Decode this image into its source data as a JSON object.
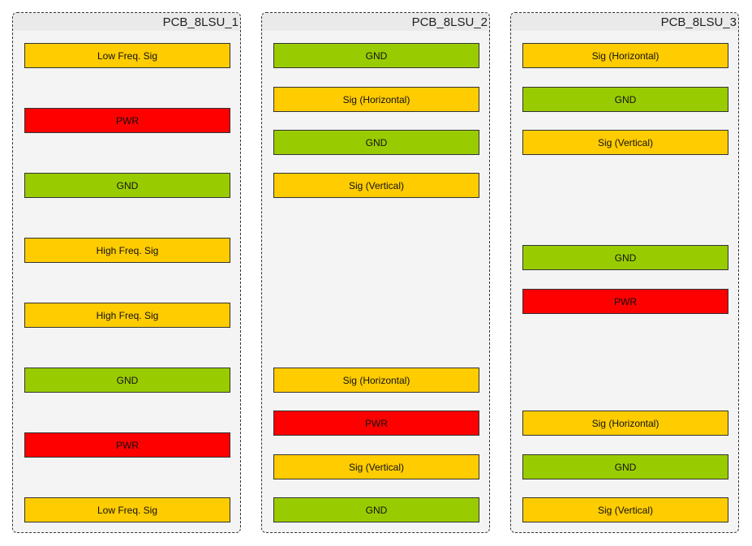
{
  "colors": {
    "GND": "#99cc00",
    "PWR": "#ff0000",
    "SIG": "#ffcc00"
  },
  "panels": [
    {
      "title": "PCB_8LSU_1",
      "layers": [
        {
          "label": "Low Freq. Sig",
          "kind": "SIG"
        },
        {
          "label": "PWR",
          "kind": "PWR"
        },
        {
          "label": "GND",
          "kind": "GND"
        },
        {
          "label": "High Freq. Sig",
          "kind": "SIG"
        },
        {
          "label": "High Freq. Sig",
          "kind": "SIG"
        },
        {
          "label": "GND",
          "kind": "GND"
        },
        {
          "label": "PWR",
          "kind": "PWR"
        },
        {
          "label": "Low Freq. Sig",
          "kind": "SIG"
        }
      ]
    },
    {
      "title": "PCB_8LSU_2",
      "layers": [
        {
          "label": "GND",
          "kind": "GND"
        },
        {
          "label": "Sig (Horizontal)",
          "kind": "SIG"
        },
        {
          "label": "GND",
          "kind": "GND"
        },
        {
          "label": "Sig (Vertical)",
          "kind": "SIG"
        },
        {
          "label": "Sig (Horizontal)",
          "kind": "SIG"
        },
        {
          "label": "PWR",
          "kind": "PWR"
        },
        {
          "label": "Sig (Vertical)",
          "kind": "SIG"
        },
        {
          "label": "GND",
          "kind": "GND"
        }
      ]
    },
    {
      "title": "PCB_8LSU_3",
      "layers": [
        {
          "label": "Sig (Horizontal)",
          "kind": "SIG"
        },
        {
          "label": "GND",
          "kind": "GND"
        },
        {
          "label": "Sig (Vertical)",
          "kind": "SIG"
        },
        {
          "label": "GND",
          "kind": "GND"
        },
        {
          "label": "PWR",
          "kind": "PWR"
        },
        {
          "label": "Sig (Horizontal)",
          "kind": "SIG"
        },
        {
          "label": "GND",
          "kind": "GND"
        },
        {
          "label": "Sig (Vertical)",
          "kind": "SIG"
        }
      ]
    }
  ]
}
